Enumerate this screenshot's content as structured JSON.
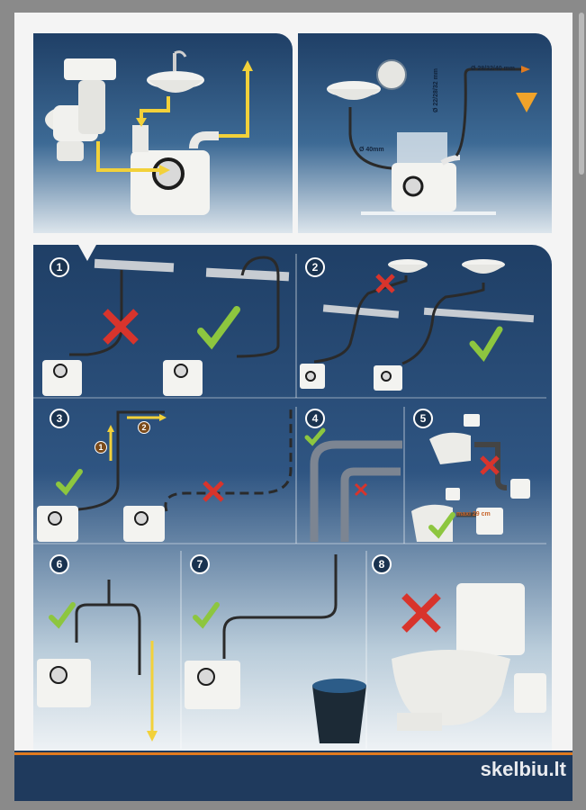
{
  "diagram_labels": {
    "pipe_40": "Ø 40mm",
    "pipe_vertical": "Ø 22/28/32 mm",
    "pipe_horizontal": "Ø 28/32/40 mm",
    "max_height": "maxi 29 cm"
  },
  "steps": [
    "1",
    "2",
    "3",
    "4",
    "5",
    "6",
    "7",
    "8"
  ],
  "arrows": {
    "up": "1",
    "across": "2"
  },
  "watermark": "skelbiu.lt",
  "colors": {
    "navy": "#1f3f66",
    "yellow": "#f2d13a",
    "red": "#d8342c",
    "green": "#8dc63f",
    "orange": "#e07a1f"
  }
}
